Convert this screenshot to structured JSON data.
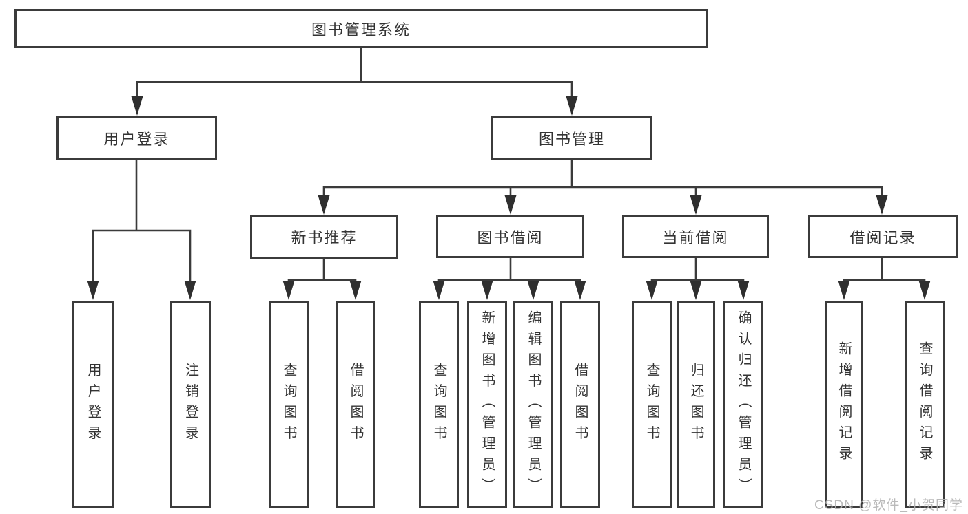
{
  "diagram": {
    "tree": {
      "root": {
        "label": "图书管理系统"
      },
      "children": [
        {
          "label": "用户登录",
          "children": [
            {
              "label": "用户登录"
            },
            {
              "label": "注销登录"
            }
          ]
        },
        {
          "label": "图书管理",
          "children": [
            {
              "label": "新书推荐",
              "children": [
                {
                  "label": "查询图书"
                },
                {
                  "label": "借阅图书"
                }
              ]
            },
            {
              "label": "图书借阅",
              "children": [
                {
                  "label": "查询图书"
                },
                {
                  "label": "新增图书（管理员）"
                },
                {
                  "label": "编辑图书（管理员）"
                },
                {
                  "label": "借阅图书"
                }
              ]
            },
            {
              "label": "当前借阅",
              "children": [
                {
                  "label": "查询图书"
                },
                {
                  "label": "归还图书"
                },
                {
                  "label": "确认归还（管理员）"
                }
              ]
            },
            {
              "label": "借阅记录",
              "children": [
                {
                  "label": "新增借阅记录"
                },
                {
                  "label": "查询借阅记录"
                }
              ]
            }
          ]
        }
      ]
    }
  },
  "watermark": {
    "text": "CSDN @软件_小贺同学"
  },
  "colors": {
    "line": "#3b3b3b",
    "box_border": "#3b3b3b",
    "text": "#333333",
    "watermark": "#b3b3b3",
    "background": "#ffffff"
  }
}
